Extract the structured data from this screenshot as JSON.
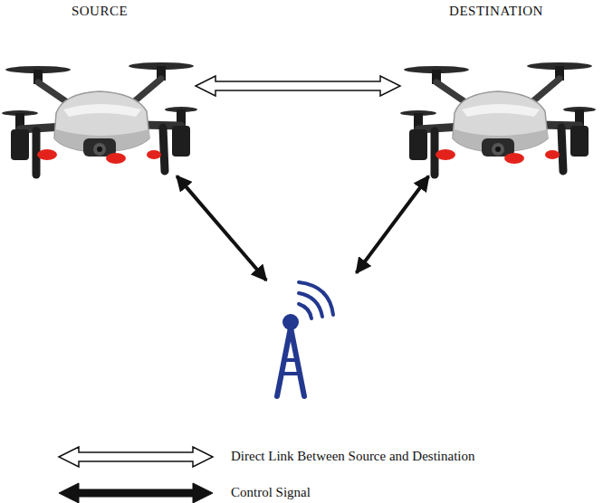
{
  "diagram": {
    "nodes": [
      {
        "text": [
          "SOURCE"
        ]
      },
      {
        "text": [
          "DESTINATION"
        ]
      },
      {
        "text": []
      }
    ],
    "edges": [
      {
        "from": 0,
        "to": 1,
        "arrow": "both"
      },
      {
        "from": 0,
        "to": 2,
        "arrow": "both"
      },
      {
        "from": 1,
        "to": 2,
        "arrow": "both"
      }
    ],
    "legend": [
      {
        "text": "Direct Link Between Source and Destination"
      },
      {
        "text": "Control Signal"
      }
    ]
  }
}
